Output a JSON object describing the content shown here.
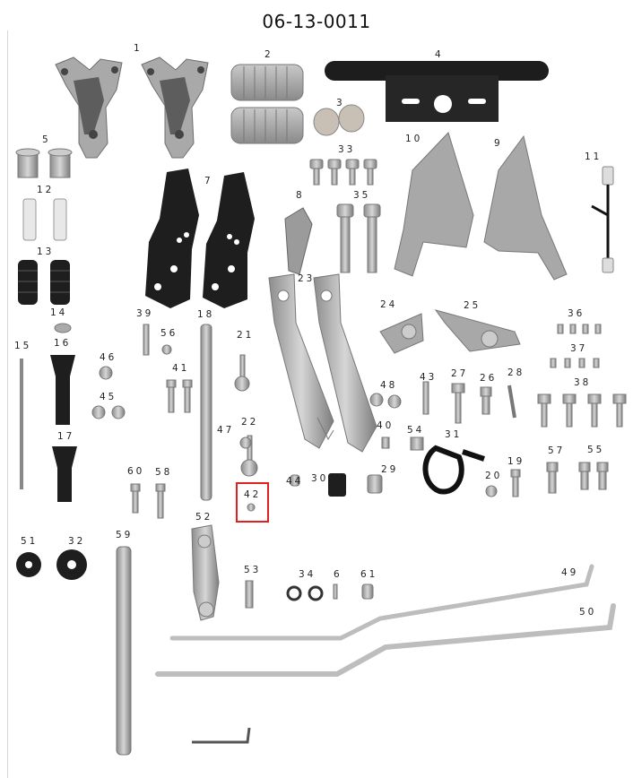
{
  "title": "06-13-0011",
  "highlighted_part": "42",
  "highlight_color": "#e02020",
  "part_numbers": [
    "1",
    "2",
    "3",
    "4",
    "5",
    "10",
    "9",
    "11",
    "12",
    "33",
    "8",
    "35",
    "7",
    "13",
    "23",
    "24",
    "25",
    "14",
    "39",
    "18",
    "36",
    "56",
    "15",
    "16",
    "46",
    "21",
    "37",
    "41",
    "45",
    "43",
    "27",
    "26",
    "28",
    "38",
    "48",
    "40",
    "54",
    "31",
    "17",
    "22",
    "47",
    "55",
    "57",
    "60",
    "58",
    "44",
    "30",
    "29",
    "19",
    "20",
    "42",
    "52",
    "51",
    "32",
    "59",
    "53",
    "34",
    "6",
    "61",
    "49",
    "50"
  ]
}
